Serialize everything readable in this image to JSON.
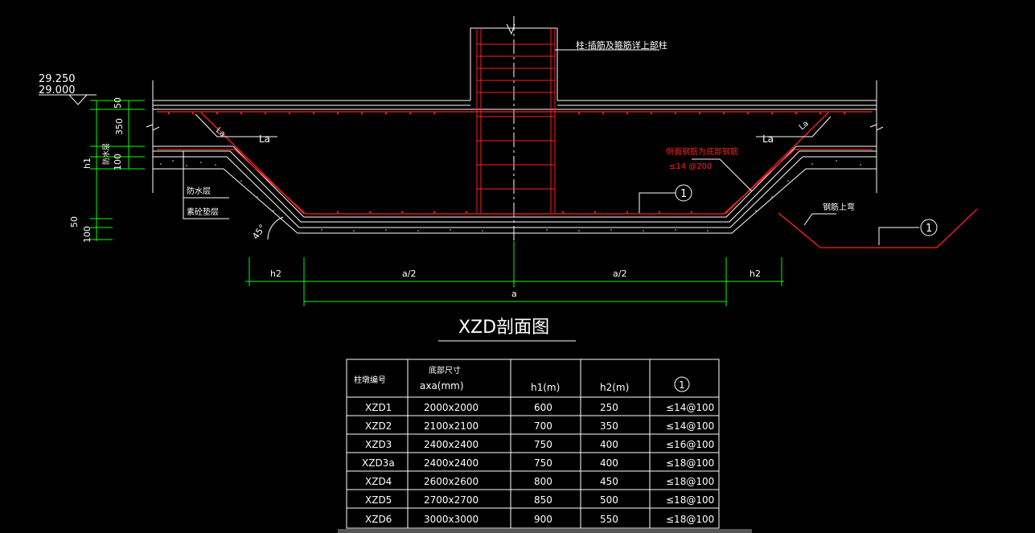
{
  "drawing": {
    "title": "XZD剖面图",
    "column_note": "柱:插筋及箍筋详上部柱",
    "elev_top": "29.250",
    "elev_bottom": "29.000",
    "dim_50_top": "50",
    "dim_350": "350",
    "dim_100_left": "100",
    "dim_h1": "h1",
    "dim_50_bot": "50",
    "dim_100_bot": "100",
    "layer_waterproof_side": "防水层",
    "layer_waterproof": "防水层",
    "layer_cushion": "素砼垫层",
    "anchor_left": "La",
    "anchor_left2": "La",
    "anchor_right": "La",
    "anchor_right2": "La",
    "side_rebar_note": "侧面钢筋为底部钢筋",
    "side_rebar_spec": "≤14 @200",
    "callout_1": "1",
    "callout_1b": "1",
    "bend_note": "钢筋上弯",
    "angle": "45°",
    "dim_h2_left": "h2",
    "dim_a2_left": "a/2",
    "dim_a2_right": "a/2",
    "dim_h2_right": "h2",
    "dim_a": "a"
  },
  "colors": {
    "line": "#ffffff",
    "rebar": "#ff2020",
    "dim": "#00ff00",
    "text": "#ffffff"
  },
  "table": {
    "headers": {
      "id": "柱墩编号",
      "size_top": "底部尺寸",
      "size_bottom": "axa(mm)",
      "h1": "h1(m)",
      "h2": "h2(m)",
      "rebar": "1"
    },
    "rows": [
      {
        "id": "XZD1",
        "size": "2000x2000",
        "h1": "600",
        "h2": "250",
        "rebar": "≤14@100"
      },
      {
        "id": "XZD2",
        "size": "2100x2100",
        "h1": "700",
        "h2": "350",
        "rebar": "≤14@100"
      },
      {
        "id": "XZD3",
        "size": "2400x2400",
        "h1": "750",
        "h2": "400",
        "rebar": "≤16@100"
      },
      {
        "id": "XZD3a",
        "size": "2400x2400",
        "h1": "750",
        "h2": "400",
        "rebar": "≤18@100"
      },
      {
        "id": "XZD4",
        "size": "2600x2600",
        "h1": "800",
        "h2": "450",
        "rebar": "≤18@100"
      },
      {
        "id": "XZD5",
        "size": "2700x2700",
        "h1": "850",
        "h2": "500",
        "rebar": "≤18@100"
      },
      {
        "id": "XZD6",
        "size": "3000x3000",
        "h1": "900",
        "h2": "550",
        "rebar": "≤18@100"
      }
    ]
  }
}
